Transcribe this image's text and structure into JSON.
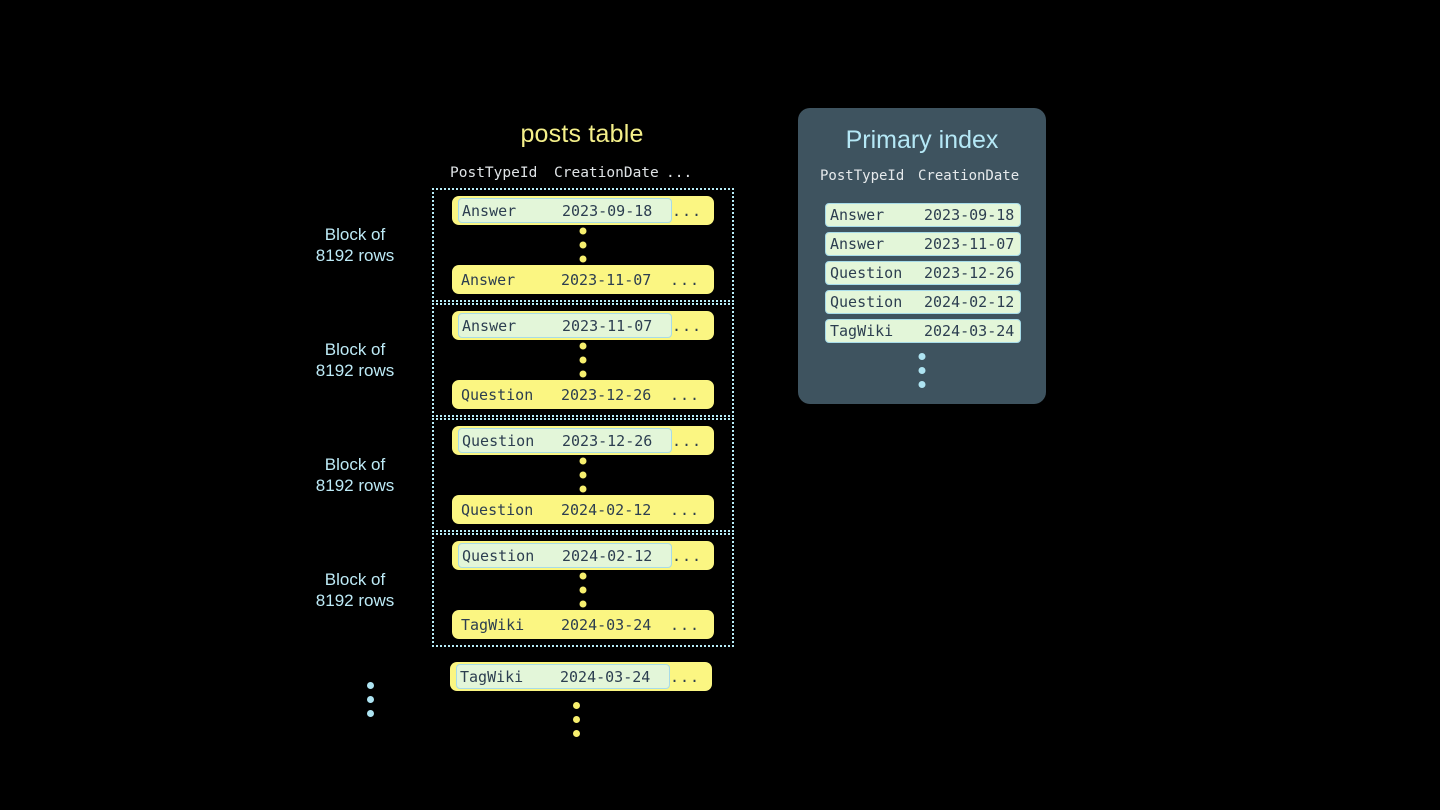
{
  "posts_table": {
    "title": "posts table",
    "columns": [
      "PostTypeId",
      "CreationDate",
      "..."
    ],
    "blocks": [
      {
        "label": "Block of\n8192 rows",
        "first_row": {
          "post_type_id": "Answer",
          "creation_date": "2023-09-18",
          "more": "...",
          "highlighted": true
        },
        "last_row": {
          "post_type_id": "Answer",
          "creation_date": "2023-11-07",
          "more": "...",
          "highlighted": false
        }
      },
      {
        "label": "Block of\n8192 rows",
        "first_row": {
          "post_type_id": "Answer",
          "creation_date": "2023-11-07",
          "more": "...",
          "highlighted": true
        },
        "last_row": {
          "post_type_id": "Question",
          "creation_date": "2023-12-26",
          "more": "...",
          "highlighted": false
        }
      },
      {
        "label": "Block of\n8192 rows",
        "first_row": {
          "post_type_id": "Question",
          "creation_date": "2023-12-26",
          "more": "...",
          "highlighted": true
        },
        "last_row": {
          "post_type_id": "Question",
          "creation_date": "2024-02-12",
          "more": "...",
          "highlighted": false
        }
      },
      {
        "label": "Block of\n8192 rows",
        "first_row": {
          "post_type_id": "Question",
          "creation_date": "2024-02-12",
          "more": "...",
          "highlighted": true
        },
        "last_row": {
          "post_type_id": "TagWiki",
          "creation_date": "2024-03-24",
          "more": "...",
          "highlighted": false
        }
      }
    ],
    "trailing_row": {
      "post_type_id": "TagWiki",
      "creation_date": "2024-03-24",
      "more": "...",
      "highlighted": true
    }
  },
  "primary_index": {
    "title": "Primary index",
    "columns": [
      "PostTypeId",
      "CreationDate"
    ],
    "rows": [
      {
        "post_type_id": "Answer",
        "creation_date": "2023-09-18"
      },
      {
        "post_type_id": "Answer",
        "creation_date": "2023-11-07"
      },
      {
        "post_type_id": "Question",
        "creation_date": "2023-12-26"
      },
      {
        "post_type_id": "Question",
        "creation_date": "2024-02-12"
      },
      {
        "post_type_id": "TagWiki",
        "creation_date": "2024-03-24"
      }
    ]
  },
  "colors": {
    "background": "#000000",
    "row_yellow": "#fbf682",
    "highlight_green": "#e3f6d9",
    "highlight_border": "#a7dbe8",
    "cyan_text": "#bdeaf6",
    "yellow_title": "#f5f08a",
    "panel_background": "#3e535f",
    "row_text": "#2c3e50",
    "header_text": "#dfe3e6"
  }
}
